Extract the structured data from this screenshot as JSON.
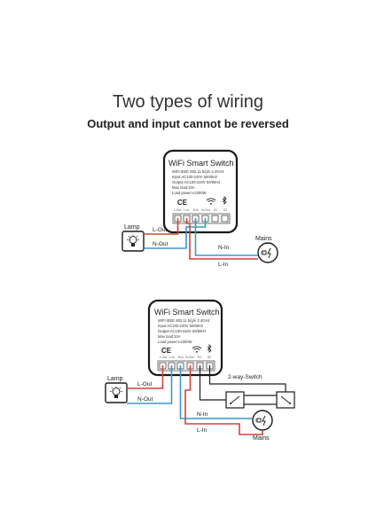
{
  "title": "Two types of wiring",
  "subtitle": "Output and input cannot be reversed",
  "device": {
    "name": "WiFi Smart Switch",
    "specs": [
      "WiFi:IEEE 802.11 b/g/n 2.4GHz",
      "Input:AC100-240V 50/60Hz",
      "Output:AC100-240V 50/60Hz",
      "Max load:10A",
      "Load power:≤2300W"
    ],
    "ce_mark": "CE",
    "terminals": [
      "L-Out",
      "L-in",
      "N-in",
      "N-Out",
      "S1",
      "S2"
    ]
  },
  "diagram1": {
    "lamp": "Lamp",
    "mains": "Mains",
    "wires": {
      "l_out": "L-Out",
      "n_out": "N-Out",
      "n_in": "N-In",
      "l_in": "L-In"
    }
  },
  "diagram2": {
    "lamp": "Lamp",
    "mains": "Mains",
    "switch_label": "2-way-Switch",
    "wires": {
      "l_out": "L-Out",
      "n_out": "N-Out",
      "n_in": "N-In",
      "l_in": "L-In"
    }
  },
  "colors": {
    "live": "#d0433a",
    "neutral": "#3a98c8",
    "switch_wire": "#222222",
    "box_border": "#1a1a1a"
  },
  "icons": [
    "lamp-icon",
    "socket-icon",
    "wifi-icon",
    "bluetooth-icon",
    "ce-mark",
    "two-way-switch-icon"
  ]
}
